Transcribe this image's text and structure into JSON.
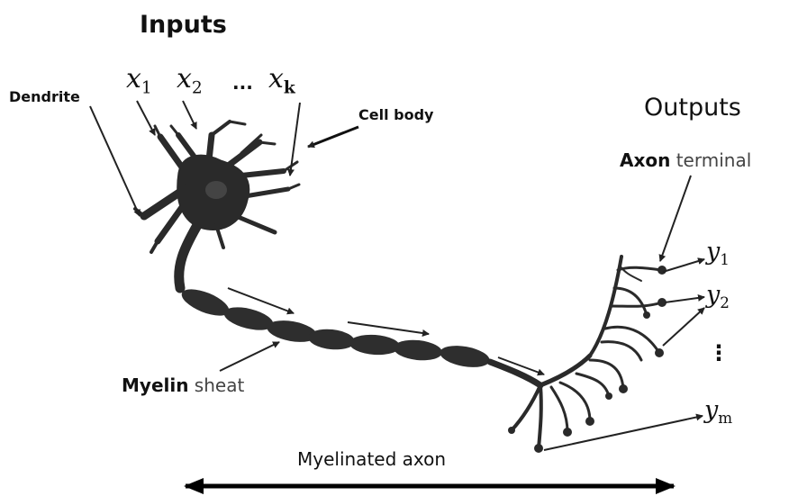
{
  "labels": {
    "inputs": "Inputs",
    "outputs": "Outputs",
    "dendrite": "Dendrite",
    "cell_body": "Cell body",
    "axon_terminal_bold": "Axon",
    "axon_terminal_rest": " terminal",
    "myelin_bold": "Myelin",
    "myelin_rest": " sheat",
    "myelinated_axon": "Myelinated axon"
  },
  "inputs": {
    "x1": {
      "base": "x",
      "sub": "1"
    },
    "x2": {
      "base": "x",
      "sub": "2"
    },
    "ellipsis": "...",
    "xk": {
      "base": "x",
      "sub": "k"
    }
  },
  "outputs": {
    "y1": {
      "base": "y",
      "sub": "1"
    },
    "y2": {
      "base": "y",
      "sub": "2"
    },
    "vdots": "⋮",
    "ym": {
      "base": "y",
      "sub": "m"
    }
  },
  "colors": {
    "neuron": "#2a2a2a",
    "ink": "#111111"
  }
}
